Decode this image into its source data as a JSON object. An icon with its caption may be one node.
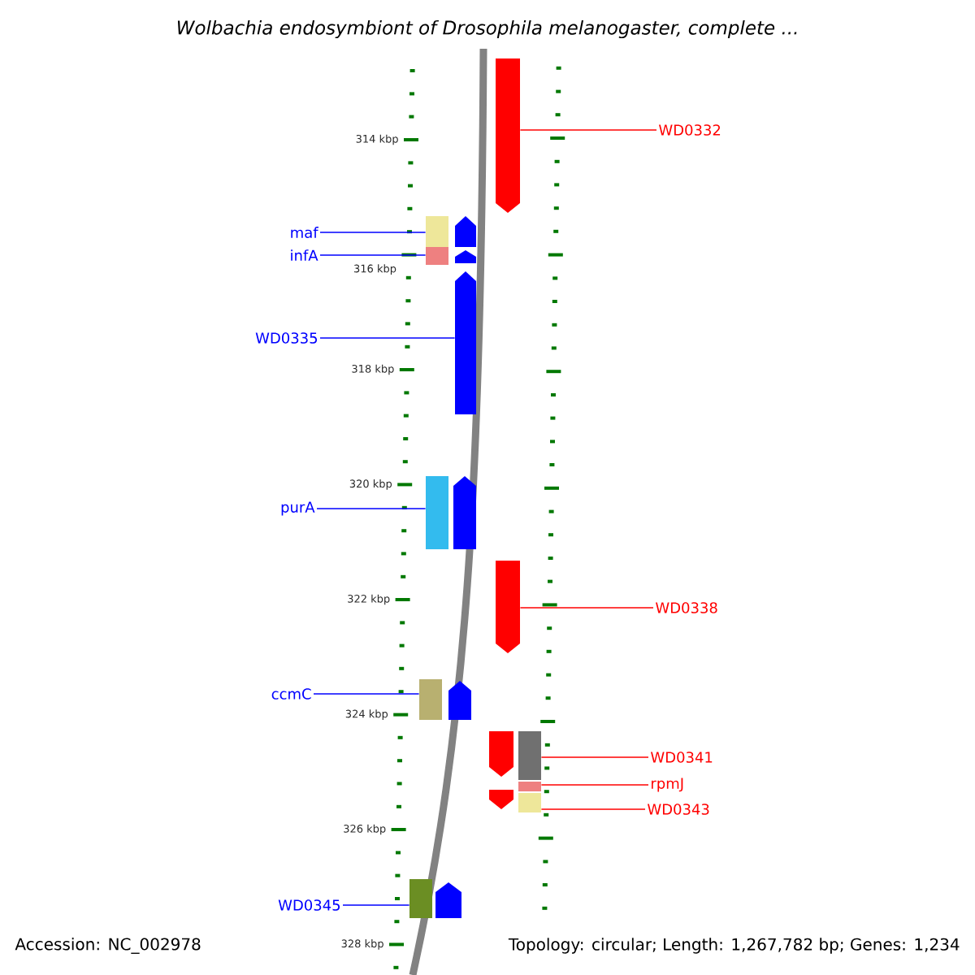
{
  "diagram": {
    "title": "Wolbachia endosymbiont of Drosophila melanogaster, complete ...",
    "nodes": [
      {
        "text": [
          "WD0332"
        ]
      },
      {
        "text": [
          "maf"
        ]
      },
      {
        "text": [
          "infA"
        ]
      },
      {
        "text": [
          "WD0335"
        ]
      },
      {
        "text": [
          "purA"
        ]
      },
      {
        "text": [
          "WD0338"
        ]
      },
      {
        "text": [
          "ccmC"
        ]
      },
      {
        "text": [
          "WD0341"
        ]
      },
      {
        "text": [
          "rpmJ"
        ]
      },
      {
        "text": [
          "WD0343"
        ]
      },
      {
        "text": [
          "WD0345"
        ]
      },
      {
        "text": [],
        "shape": "pentagon"
      },
      {
        "text": [],
        "shape": "box"
      },
      {
        "text": [],
        "shape": "box"
      },
      {
        "text": [],
        "shape": "pentagon"
      },
      {
        "text": [],
        "shape": "box"
      },
      {
        "text": [],
        "shape": "pentagon"
      },
      {
        "text": [],
        "shape": "box"
      },
      {
        "text": [],
        "shape": "box"
      },
      {
        "text": [],
        "shape": "box"
      },
      {
        "text": [],
        "shape": "box"
      },
      {
        "text": [],
        "shape": "box"
      },
      {
        "text": [],
        "shape": "pentagon"
      },
      {
        "text": [],
        "shape": "pentagon"
      },
      {
        "text": [],
        "shape": "pentagon"
      },
      {
        "text": [],
        "shape": "pentagon"
      },
      {
        "text": [],
        "shape": "pentagon"
      },
      {
        "text": [],
        "shape": "pentagon"
      },
      {
        "text": [],
        "shape": "pentagon"
      }
    ],
    "edges": [
      {
        "from": 0,
        "to": 11,
        "arrow": "none",
        "color": "#ff0000"
      },
      {
        "from": 1,
        "to": 12,
        "arrow": "none"
      },
      {
        "from": 2,
        "to": 13,
        "arrow": "none"
      },
      {
        "from": 3,
        "to": 14,
        "arrow": "none"
      },
      {
        "from": 4,
        "to": 15,
        "arrow": "none"
      },
      {
        "from": 5,
        "to": 16,
        "arrow": "none",
        "color": "#ff0000"
      },
      {
        "from": 6,
        "to": 17,
        "arrow": "none"
      },
      {
        "from": 7,
        "to": 18,
        "arrow": "none",
        "color": "#ff0000"
      },
      {
        "from": 8,
        "to": 19,
        "arrow": "none",
        "color": "#ff0000"
      },
      {
        "from": 9,
        "to": 20,
        "arrow": "none",
        "color": "#ff0000"
      },
      {
        "from": 10,
        "to": 21,
        "arrow": "none"
      }
    ],
    "labels": [
      "314 kbp",
      "316 kbp",
      "318 kbp",
      "320 kbp",
      "322 kbp",
      "324 kbp",
      "326 kbp",
      "328 kbp",
      "Accession: NC_002978",
      "Topology: circular; Length: 1,267,782 bp; Genes: 1,234"
    ]
  }
}
